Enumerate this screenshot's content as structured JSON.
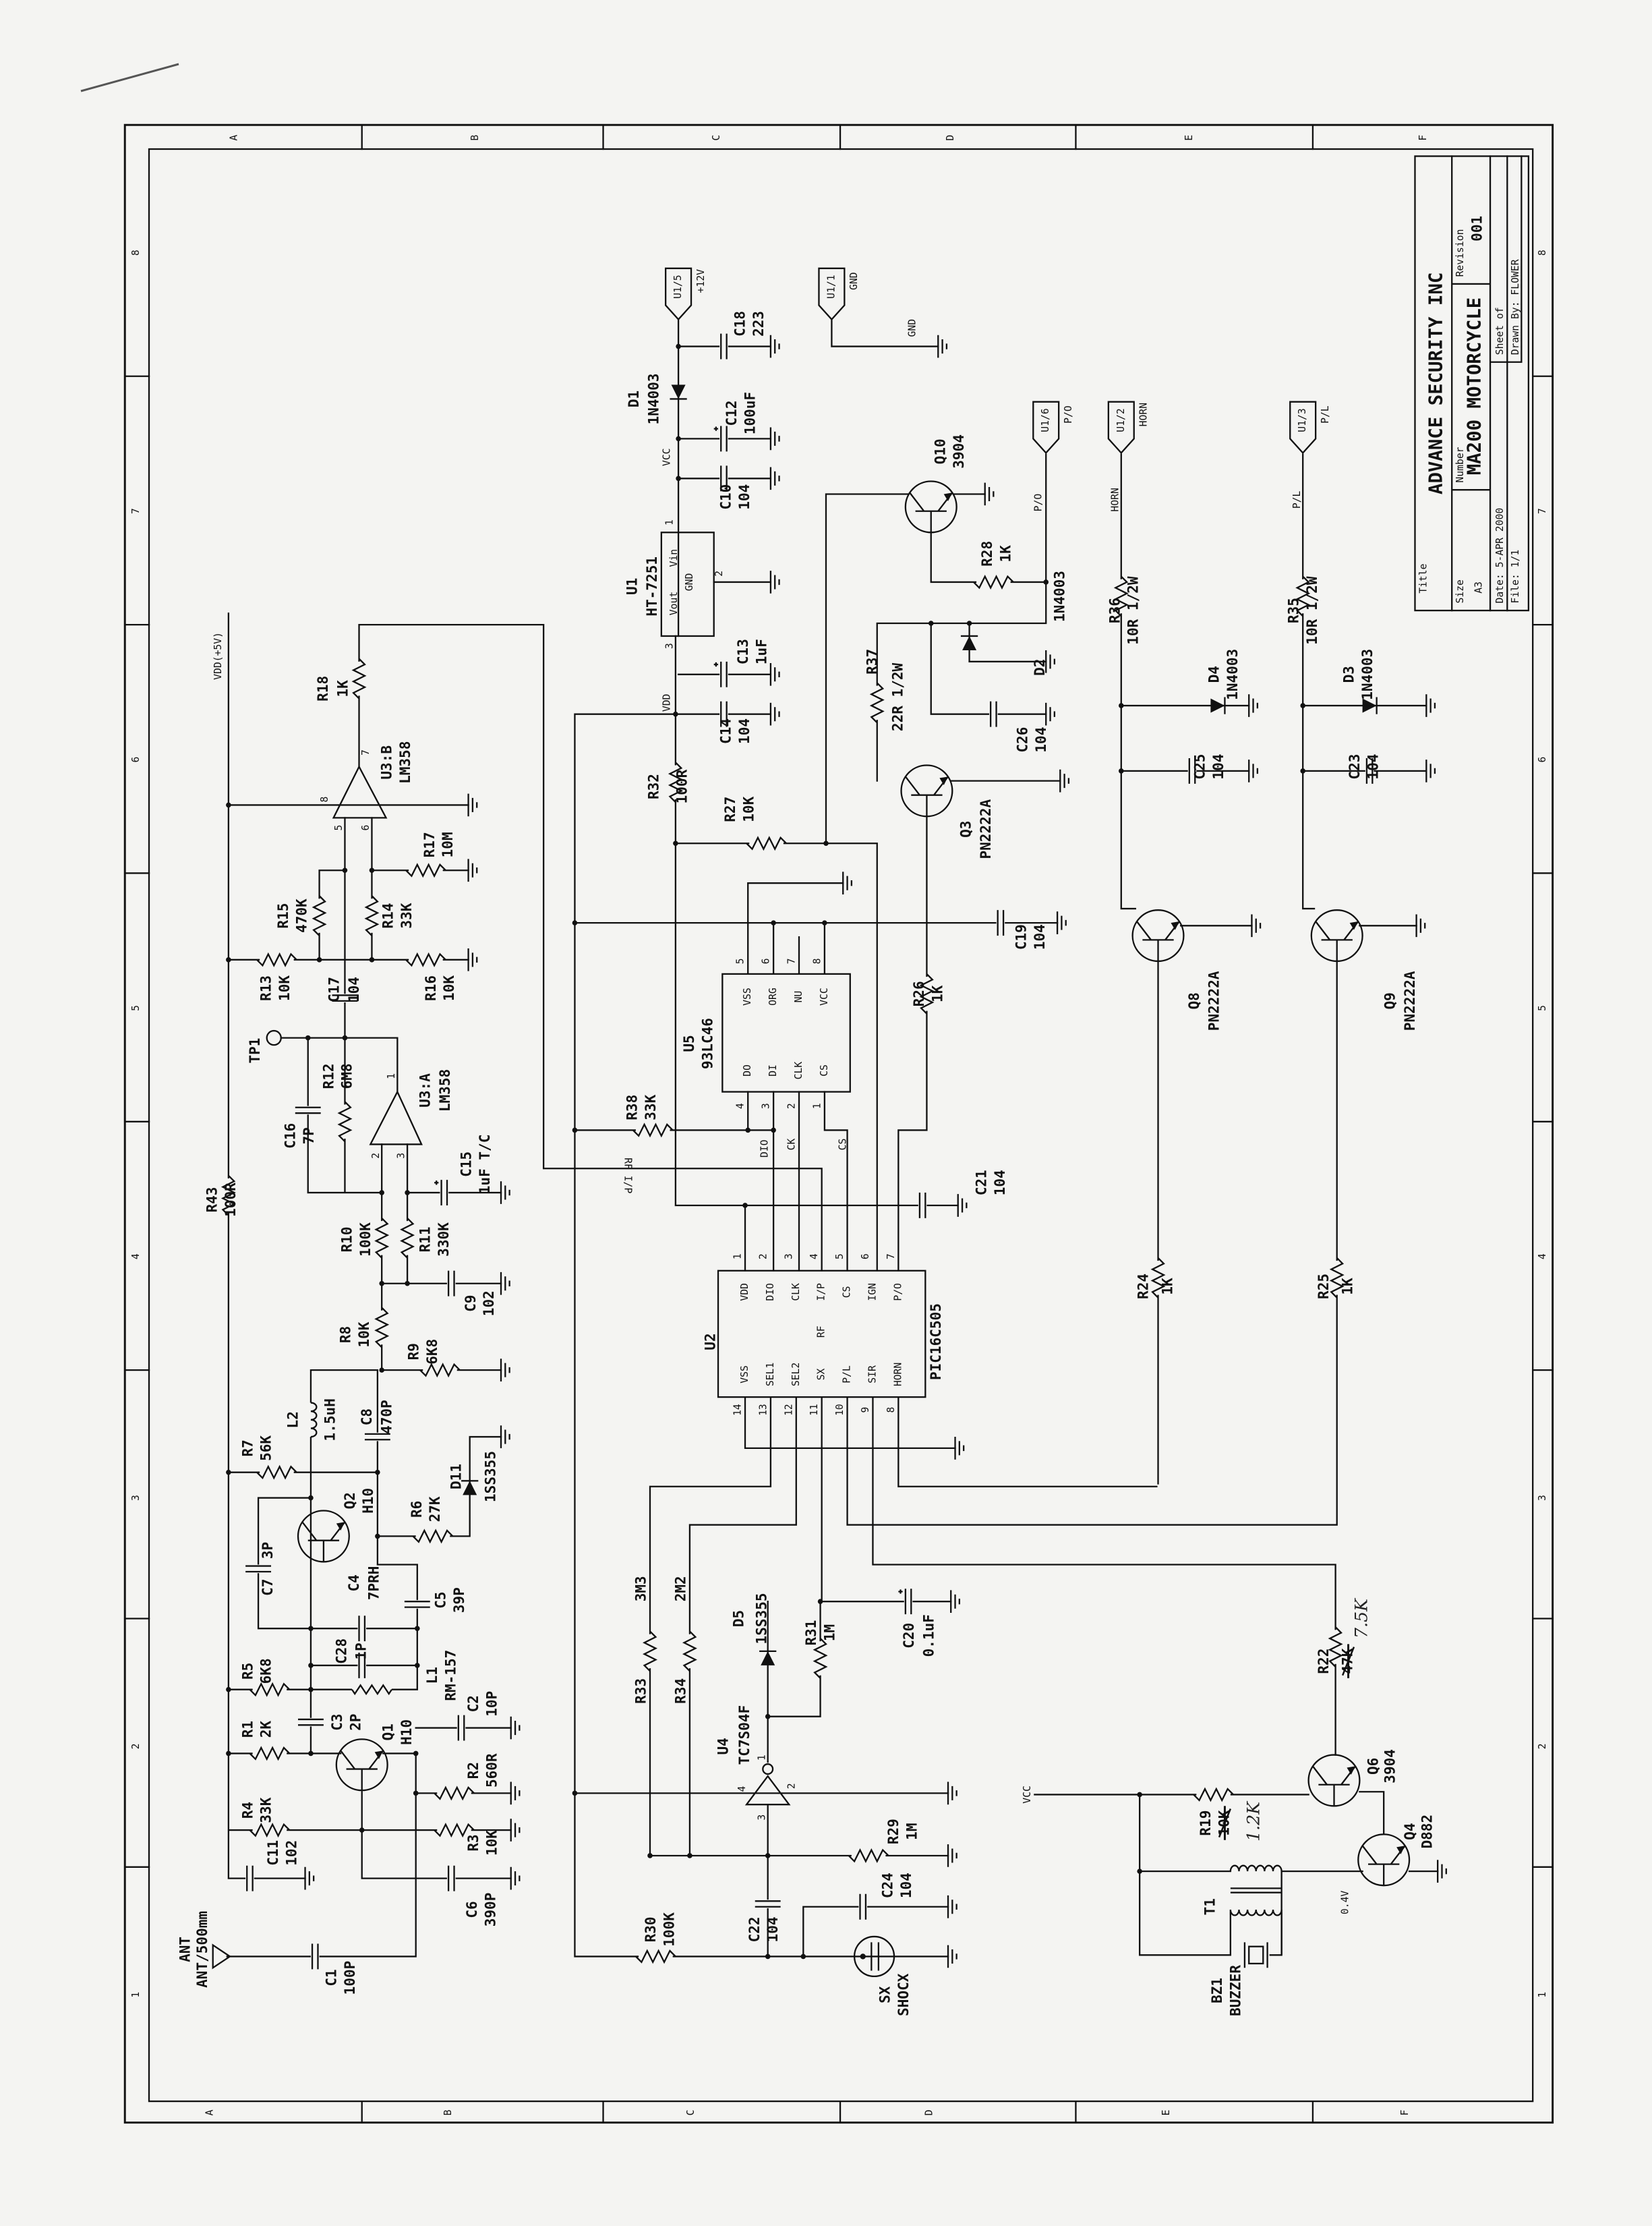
{
  "title_block": {
    "title_label": "Title",
    "company": "ADVANCE SECURITY INC",
    "size_label": "Size",
    "size": "A3",
    "number_label": "Number",
    "number": "MA200 MOTORCYCLE",
    "revision_label": "Revision",
    "revision": "001",
    "date": "Date: 5-APR 2000",
    "sheet": "Sheet    of",
    "file": "File: 1/1",
    "drawn_by": "Drawn By: FLOWER"
  },
  "border": {
    "columns": [
      "A",
      "B",
      "C",
      "D",
      "E",
      "F"
    ],
    "rows": [
      "1",
      "2",
      "3",
      "4",
      "5",
      "6",
      "7",
      "8"
    ]
  },
  "components": [
    {
      "ref": "R18",
      "value": "1K"
    },
    {
      "ref": "U3:B",
      "value": "LM358"
    },
    {
      "ref": "R17",
      "value": "10M"
    },
    {
      "ref": "R14",
      "value": "33K"
    },
    {
      "ref": "R15",
      "value": "470K"
    },
    {
      "ref": "R13",
      "value": "10K"
    },
    {
      "ref": "C17",
      "value": "104"
    },
    {
      "ref": "R16",
      "value": "10K"
    },
    {
      "ref": "TP1",
      "value": ""
    },
    {
      "ref": "R12",
      "value": "6M8"
    },
    {
      "ref": "C16",
      "value": "7P"
    },
    {
      "ref": "U3:A",
      "value": "LM358"
    },
    {
      "ref": "C15",
      "value": "1uF T/C"
    },
    {
      "ref": "R43",
      "value": "100R"
    },
    {
      "ref": "R10",
      "value": "100K"
    },
    {
      "ref": "R11",
      "value": "330K"
    },
    {
      "ref": "C9",
      "value": "102"
    },
    {
      "ref": "R8",
      "value": "10K"
    },
    {
      "ref": "R9",
      "value": "6K8"
    },
    {
      "ref": "L2",
      "value": "1.5uH"
    },
    {
      "ref": "C8",
      "value": "470P"
    },
    {
      "ref": "R7",
      "value": "56K"
    },
    {
      "ref": "Q2",
      "value": "H10"
    },
    {
      "ref": "R6",
      "value": "27K"
    },
    {
      "ref": "D11",
      "value": "1SS355"
    },
    {
      "ref": "C7",
      "value": "3P"
    },
    {
      "ref": "C4",
      "value": "7PRH"
    },
    {
      "ref": "C5",
      "value": "39P"
    },
    {
      "ref": "C28",
      "value": "1P"
    },
    {
      "ref": "R5",
      "value": "6K8"
    },
    {
      "ref": "L1",
      "value": "RM-157"
    },
    {
      "ref": "R1",
      "value": "2K"
    },
    {
      "ref": "C3",
      "value": "2P"
    },
    {
      "ref": "Q1",
      "value": "H10"
    },
    {
      "ref": "C2",
      "value": "10P"
    },
    {
      "ref": "R2",
      "value": "560R"
    },
    {
      "ref": "R4",
      "value": "33K"
    },
    {
      "ref": "R3",
      "value": "10K"
    },
    {
      "ref": "C11",
      "value": "102"
    },
    {
      "ref": "C6",
      "value": "390P"
    },
    {
      "ref": "ANT",
      "value": "ANT/500mm"
    },
    {
      "ref": "C1",
      "value": "100P"
    },
    {
      "ref": "U1",
      "value": "HT-7251"
    },
    {
      "ref": "D1",
      "value": "1N4003"
    },
    {
      "ref": "C18",
      "value": "223"
    },
    {
      "ref": "C12",
      "value": "100uF"
    },
    {
      "ref": "C10",
      "value": "104"
    },
    {
      "ref": "C13",
      "value": "1uF"
    },
    {
      "ref": "C14",
      "value": "104"
    },
    {
      "ref": "R32",
      "value": "100R"
    },
    {
      "ref": "R27",
      "value": "10K"
    },
    {
      "ref": "Q10",
      "value": "3904"
    },
    {
      "ref": "R28",
      "value": "1K"
    },
    {
      "ref": "D2",
      "value": "1N4003"
    },
    {
      "ref": "R37",
      "value": "22R 1/2W"
    },
    {
      "ref": "C26",
      "value": "104"
    },
    {
      "ref": "Q3",
      "value": "PN2222A"
    },
    {
      "ref": "R36",
      "value": "10R 1/2W"
    },
    {
      "ref": "R35",
      "value": "10R 1/2W"
    },
    {
      "ref": "D4",
      "value": "1N4003"
    },
    {
      "ref": "D3",
      "value": "1N4003"
    },
    {
      "ref": "C25",
      "value": "104"
    },
    {
      "ref": "C23",
      "value": "104"
    },
    {
      "ref": "C19",
      "value": "104"
    },
    {
      "ref": "Q8",
      "value": "PN2222A"
    },
    {
      "ref": "Q9",
      "value": "PN2222A"
    },
    {
      "ref": "U5",
      "value": "93LC46"
    },
    {
      "ref": "R38",
      "value": "33K"
    },
    {
      "ref": "R26",
      "value": "1K"
    },
    {
      "ref": "C21",
      "value": "104"
    },
    {
      "ref": "U2",
      "value": "PIC16C505"
    },
    {
      "ref": "R24",
      "value": "1K"
    },
    {
      "ref": "R25",
      "value": "1K"
    },
    {
      "ref": "R33",
      "value": "3M3"
    },
    {
      "ref": "R34",
      "value": "2M2"
    },
    {
      "ref": "D5",
      "value": "1SS355"
    },
    {
      "ref": "R31",
      "value": "1M"
    },
    {
      "ref": "C20",
      "value": "0.1uF"
    },
    {
      "ref": "U4",
      "value": "TC7S04F"
    },
    {
      "ref": "R29",
      "value": "1M"
    },
    {
      "ref": "C22",
      "value": "104"
    },
    {
      "ref": "C24",
      "value": "104"
    },
    {
      "ref": "R30",
      "value": "100K"
    },
    {
      "ref": "SX",
      "value": "SHOCX"
    },
    {
      "ref": "R22",
      "value": "47K"
    },
    {
      "ref": "Q6",
      "value": "3904"
    },
    {
      "ref": "R19",
      "value": "10K"
    },
    {
      "ref": "Q4",
      "value": "D882"
    },
    {
      "ref": "T1",
      "value": ""
    },
    {
      "ref": "BZ1",
      "value": "BUZZER"
    }
  ],
  "handwritten": {
    "r22_new_value": "7.5K",
    "r19_new_value": "1.2K"
  },
  "connectors": [
    {
      "id": "U1/5",
      "net": "+12V"
    },
    {
      "id": "U1/1",
      "net": "GND"
    },
    {
      "id": "U1/6",
      "net": "P/O"
    },
    {
      "id": "U1/2",
      "net": "HORN"
    },
    {
      "id": "U1/3",
      "net": "P/L"
    }
  ],
  "net_labels": {
    "vdd5": "VDD(+5V)",
    "vcc_reg": "VCC",
    "vdd_reg": "VDD",
    "gnd": "GND",
    "po": "P/O",
    "horn": "HORN",
    "pl": "P/L",
    "rf_ip": "RF I/P",
    "dio": "DIO",
    "ck": "CK",
    "cs": "CS",
    "vcc_buzzer": "VCC",
    "q4_voltage": "0.4V"
  },
  "u1_pins": {
    "vout": "Vout",
    "vin": "Vin",
    "gnd": "GND",
    "numbers": [
      "1",
      "2",
      "3"
    ]
  },
  "u2_pins": {
    "top_names": [
      "VDD",
      "DIO",
      "CLK",
      "I/P",
      "CS",
      "IGN",
      "P/O"
    ],
    "top_numbers": [
      "1",
      "2",
      "3",
      "4",
      "5",
      "6",
      "7"
    ],
    "rf": "RF",
    "bottom_names": [
      "VSS",
      "SEL1",
      "SEL2",
      "SX",
      "P/L",
      "SIR",
      "HORN"
    ],
    "bottom_numbers": [
      "14",
      "13",
      "12",
      "11",
      "10",
      "9",
      "8"
    ]
  },
  "u5_pins": {
    "top_names": [
      "VSS",
      "ORG",
      "NU",
      "VCC"
    ],
    "top_numbers": [
      "5",
      "6",
      "7",
      "8"
    ],
    "bottom_names": [
      "DO",
      "DI",
      "CLK",
      "CS"
    ],
    "bottom_numbers": [
      "4",
      "3",
      "2",
      "1"
    ]
  },
  "opamp_pins": {
    "u3b": [
      "8",
      "5",
      "6",
      "7"
    ],
    "u3a": [
      "1",
      "2",
      "3"
    ],
    "u4": [
      "4",
      "1",
      "2",
      "3"
    ]
  }
}
